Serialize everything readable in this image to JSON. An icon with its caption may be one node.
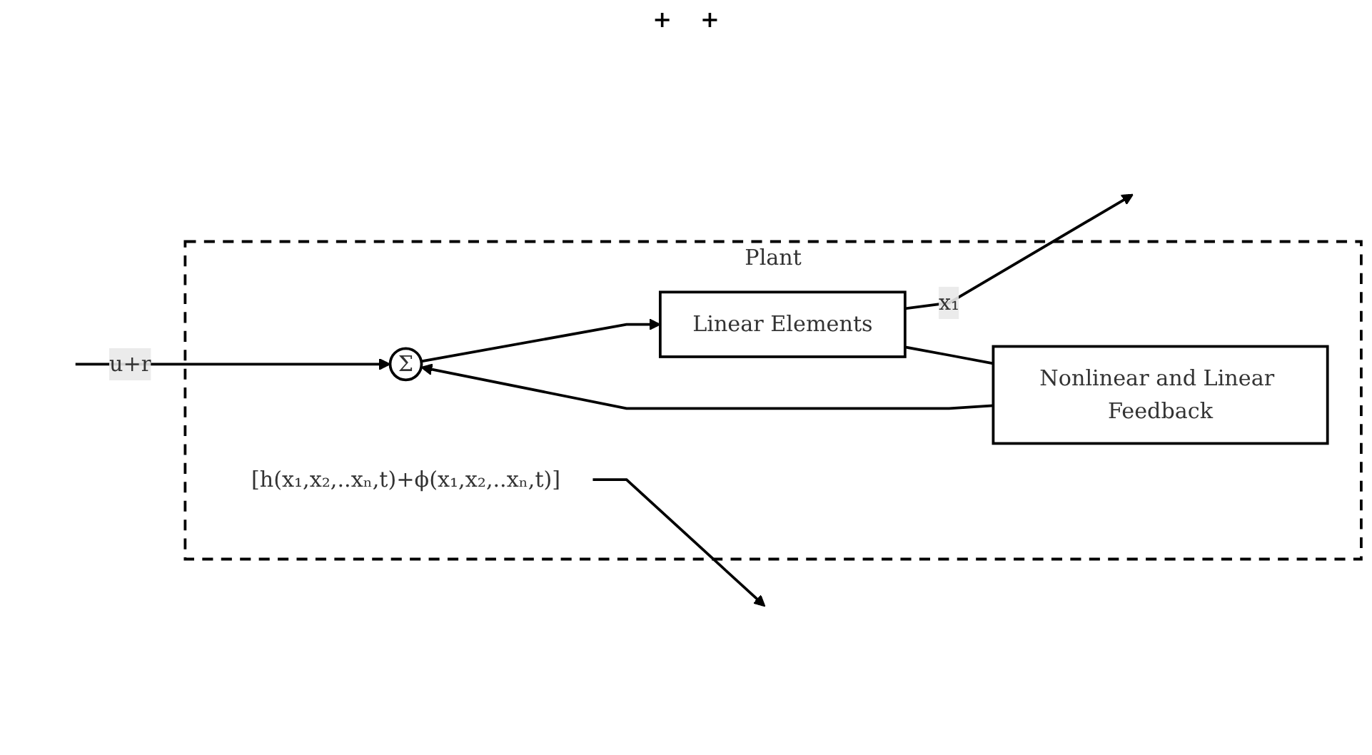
{
  "diagram": {
    "nodes": [
      {
        "text": [
          "Plant"
        ]
      },
      {
        "text": [
          "Σ"
        ],
        "in": 0
      },
      {
        "text": [
          "Linear Elements"
        ],
        "in": 0
      },
      {
        "text": [
          "[h(x₁,x₂,..xₙ,t)+ϕ(x₁,x₂,..xₙ,t)]"
        ],
        "in": 0
      },
      {
        "text": [
          "Nonlinear and Linear Feedback"
        ],
        "in": 0
      }
    ],
    "edges": [
      {
        "from": null,
        "to": 1,
        "arrow": "to",
        "label": "u+r"
      },
      {
        "from": 1,
        "to": 2,
        "arrow": "to"
      },
      {
        "from": 2,
        "to": null,
        "arrow": "to",
        "label": "x₁"
      },
      {
        "from": 2,
        "to": 4,
        "arrow": "none"
      },
      {
        "from": 4,
        "to": 1,
        "arrow": "to"
      },
      {
        "from": 3,
        "to": null,
        "arrow": "to"
      }
    ],
    "labels": [
      "+",
      "+"
    ]
  }
}
